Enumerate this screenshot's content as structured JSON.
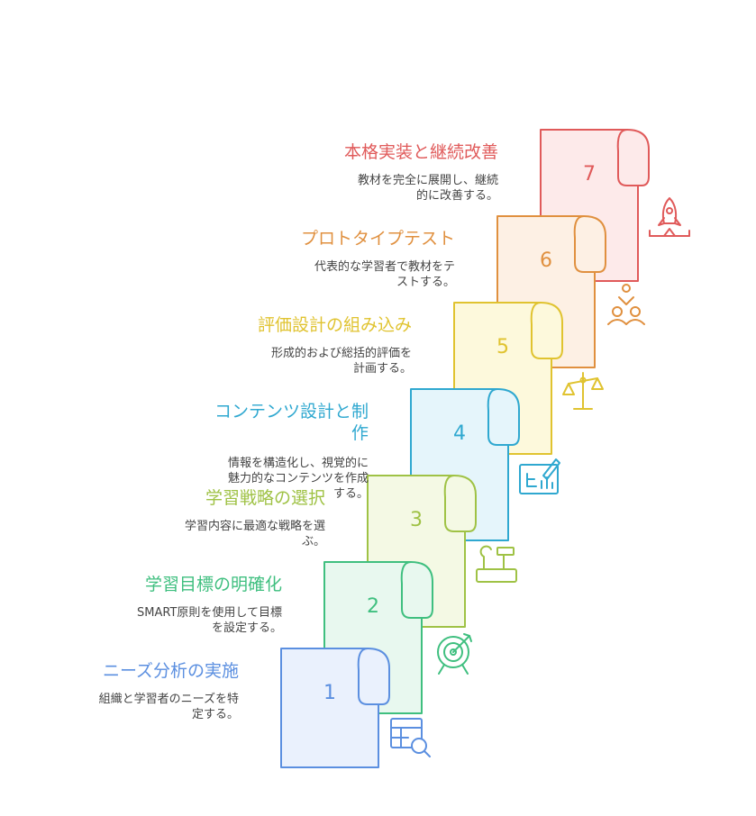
{
  "steps": [
    {
      "number": "1",
      "title": "ニーズ分析の実施",
      "description": "組織と学習者のニーズを特\n定する。",
      "icon": "table-search-icon",
      "color": "#5b8fe0",
      "fill": "#eaf1fd"
    },
    {
      "number": "2",
      "title": "学習目標の明確化",
      "description": "SMART原則を使用して目標\nを設定する。",
      "icon": "target-icon",
      "color": "#3fbf7f",
      "fill": "#e8f8ef"
    },
    {
      "number": "3",
      "title": "学習戦略の選択",
      "description": "学習内容に最適な戦略を選\nぶ。",
      "icon": "tools-icon",
      "color": "#9fc245",
      "fill": "#f4f9e4"
    },
    {
      "number": "4",
      "title": "コンテンツ設計と制\n作",
      "description": "情報を構造化し、視覚的に\n魅力的なコンテンツを作成\nする。",
      "icon": "design-icon",
      "color": "#2fa8d0",
      "fill": "#e5f5fb"
    },
    {
      "number": "5",
      "title": "評価設計の組み込み",
      "description": "形成的および総括的評価を\n計画する。",
      "icon": "scale-icon",
      "color": "#e0c330",
      "fill": "#fdf9dc"
    },
    {
      "number": "6",
      "title": "プロトタイプテスト",
      "description": "代表的な学習者で教材をテ\nストする。",
      "icon": "user-test-icon",
      "color": "#e0903f",
      "fill": "#fdf0e4"
    },
    {
      "number": "7",
      "title": "本格実装と継続改善",
      "description": "教材を完全に展開し、継続\n的に改善する。",
      "icon": "rocket-icon",
      "color": "#e05a5a",
      "fill": "#fdeaea"
    }
  ]
}
